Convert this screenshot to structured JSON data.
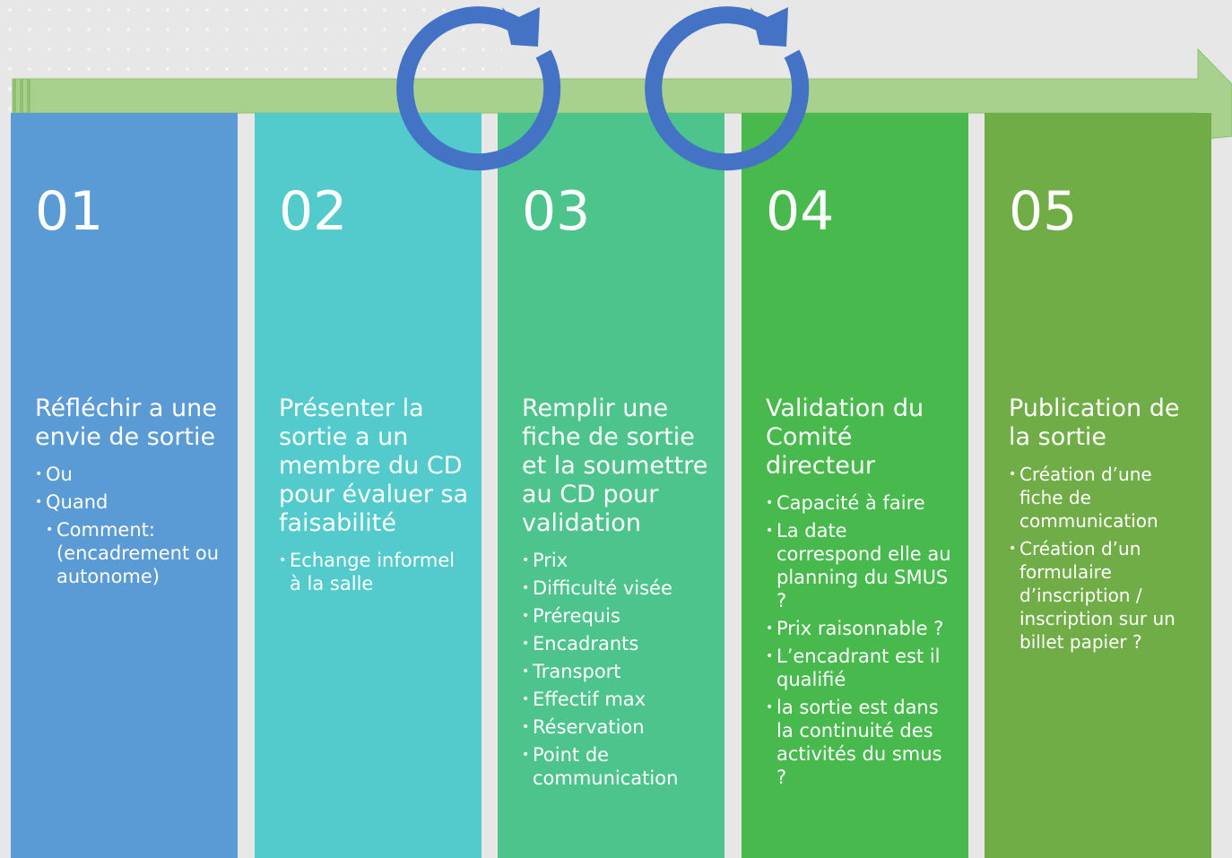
{
  "colors": {
    "step1": "#5b9bd5",
    "step2": "#53cbcc",
    "step3": "#4ec48d",
    "step4": "#47b94d",
    "step5": "#70ad47",
    "arrow": "#a9d18e",
    "cycle": "#4472c4"
  },
  "icons": [
    "cycle-arrow-icon",
    "cycle-arrow-icon"
  ],
  "steps": [
    {
      "number": "01",
      "title": "Réfléchir a une envie de sortie",
      "bullets": [
        "Ou",
        "Quand"
      ],
      "sub_bullets": [
        "Comment: (encadrement ou autonome)"
      ]
    },
    {
      "number": "02",
      "title": "Présenter la sortie a un membre du CD pour évaluer sa faisabilité",
      "bullets": [
        "Echange informel à la salle"
      ]
    },
    {
      "number": "03",
      "title": "Remplir une fiche de sortie et la soumettre au CD pour validation",
      "bullets": [
        "Prix",
        "Difficulté visée",
        "Prérequis",
        "Encadrants",
        "Transport",
        "Effectif max",
        "Réservation",
        "Point de communication"
      ]
    },
    {
      "number": "04",
      "title": "Validation du Comité directeur",
      "bullets": [
        "Capacité à faire",
        "La date correspond elle au planning du SMUS ?",
        "Prix raisonnable ?",
        "L’encadrant est il qualifié",
        "la sortie est dans la continuité des activités du smus ?"
      ]
    },
    {
      "number": "05",
      "title": "Publication de la sortie",
      "bullets": [
        "Création d’une fiche de communication",
        "Création d’un formulaire d’inscription / inscription sur un billet papier ?"
      ]
    }
  ]
}
